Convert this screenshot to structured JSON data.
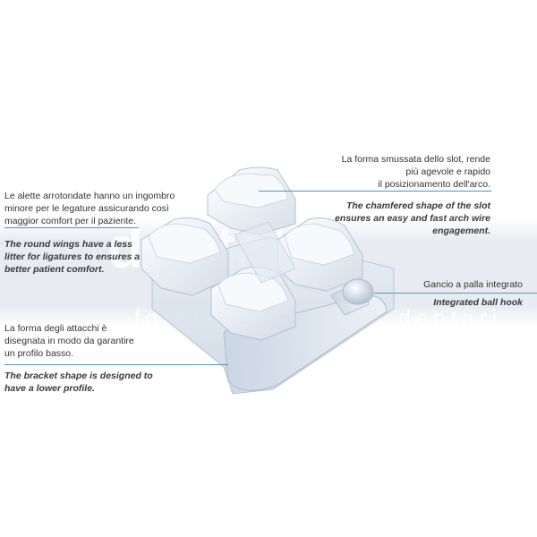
{
  "watermark": {
    "main": "dentaltri",
    "sub": "forniture prodotti dentari"
  },
  "annotations": {
    "wings": {
      "it": "Le alette arrotondate hanno un ingombro\nminore per le legature assicurando così\nmaggior comfort per il paziente.",
      "en": "The round wings have a less\nlitter for ligatures to ensures a\nbetter patient comfort."
    },
    "shape": {
      "it": "La forma degli attacchi è\ndisegnata in modo da garantire\nun profilo basso.",
      "en": "The bracket shape is designed to\nhave a lower profile."
    },
    "slot": {
      "it": "La forma smussata dello slot, rende\npiù agevole e rapido\nil posizionamento dell'arco.",
      "en": "The chamfered shape of the slot\nensures an easy and fast arch wire\nengagement."
    },
    "hook": {
      "it": "Gancio a palla integrato",
      "en": "Integrated ball hook"
    }
  },
  "colors": {
    "leader_line": "#5b8fc6",
    "bracket_fill": "#dde6f1",
    "bracket_edge": "#b7c4d5"
  }
}
